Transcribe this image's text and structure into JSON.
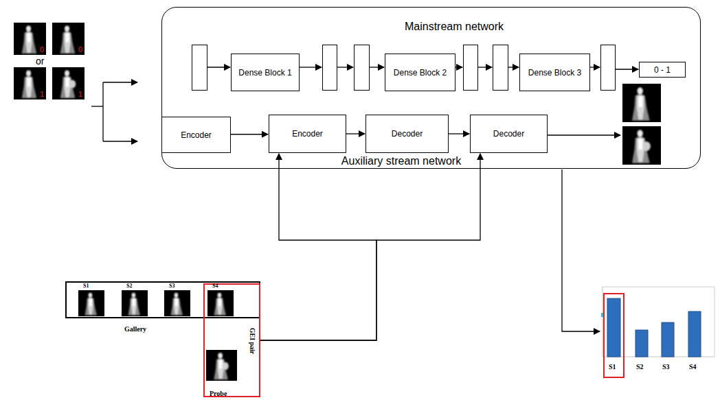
{
  "diagram": {
    "nodes": [
      {
        "text": [
          "Mainstream network",
          "Auxiliary stream network"
        ]
      },
      {
        "text": [
          "Dense Block 1"
        ],
        "in": 0
      },
      {
        "text": [
          "Dense Block 2"
        ],
        "in": 0
      },
      {
        "text": [
          "Dense Block 3"
        ],
        "in": 0
      },
      {
        "text": [
          "0 - 1"
        ],
        "in": 0
      },
      {
        "text": [
          "Encoder"
        ],
        "in": 0
      },
      {
        "text": [
          "Encoder"
        ],
        "in": 0
      },
      {
        "text": [
          "Decoder"
        ],
        "in": 0
      },
      {
        "text": [
          "Decoder"
        ],
        "in": 0
      },
      {
        "text": [
          "Gallery"
        ]
      },
      {
        "text": [
          "GEI pair"
        ]
      }
    ],
    "edges": [
      {
        "from": 5,
        "to": 6,
        "arrow": "to"
      },
      {
        "from": 6,
        "to": 7,
        "arrow": "to"
      },
      {
        "from": 7,
        "to": 8,
        "arrow": "to"
      },
      {
        "from": 10,
        "to": 6,
        "arrow": "to"
      },
      {
        "from": 10,
        "to": 8,
        "arrow": "to"
      }
    ],
    "labels": [
      "0",
      "0",
      "or",
      "1",
      "1",
      "S1",
      "S2",
      "S3",
      "S4",
      "Probe",
      "S1",
      "S2",
      "S3",
      "S4"
    ]
  }
}
